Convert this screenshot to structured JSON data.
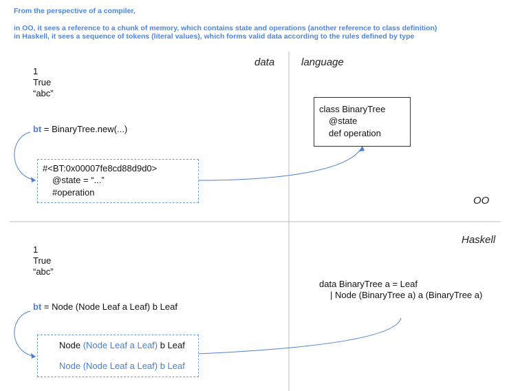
{
  "header": {
    "line1": "From the perspective of a compiler,",
    "line2": "in OO, it sees a reference to a chunk of memory, which contains state and operations (another reference to class definition)",
    "line3": "in Haskell, it sees a sequence of tokens (literal values), which forms valid data according to the rules defined by type"
  },
  "columns": {
    "data": "data",
    "language": "language"
  },
  "sections": {
    "oo_label": "OO",
    "haskell_label": "Haskell"
  },
  "oo": {
    "literals": [
      "1",
      "True",
      "“abc”"
    ],
    "assign_var": "bt",
    "assign_rest": " = BinaryTree.new(...)",
    "instance": {
      "line1": "#<BT:0x00007fe8cd88d9d0>",
      "line2": "@state = “...”",
      "line3": "#operation"
    },
    "class_def": {
      "line1": "class BinaryTree",
      "line2": "@state",
      "line3": "def operation"
    }
  },
  "haskell": {
    "literals": [
      "1",
      "True",
      "“abc”"
    ],
    "assign_var": "bt",
    "assign_rest": " = Node (Node Leaf a Leaf) b Leaf",
    "value_box": {
      "line1_a": "Node ",
      "line1_b": "(Node Leaf a Leaf)",
      "line1_c": " b Leaf",
      "line2": "Node (Node Leaf a Leaf) b Leaf"
    },
    "type_def": {
      "line1": "data BinaryTree a = Leaf",
      "line2": "| Node (BinaryTree a) a (BinaryTree a)"
    }
  },
  "colors": {
    "accent_blue": "#4a7fd4",
    "header_blue": "#4a86e8",
    "divider": "#bbbbbb"
  }
}
